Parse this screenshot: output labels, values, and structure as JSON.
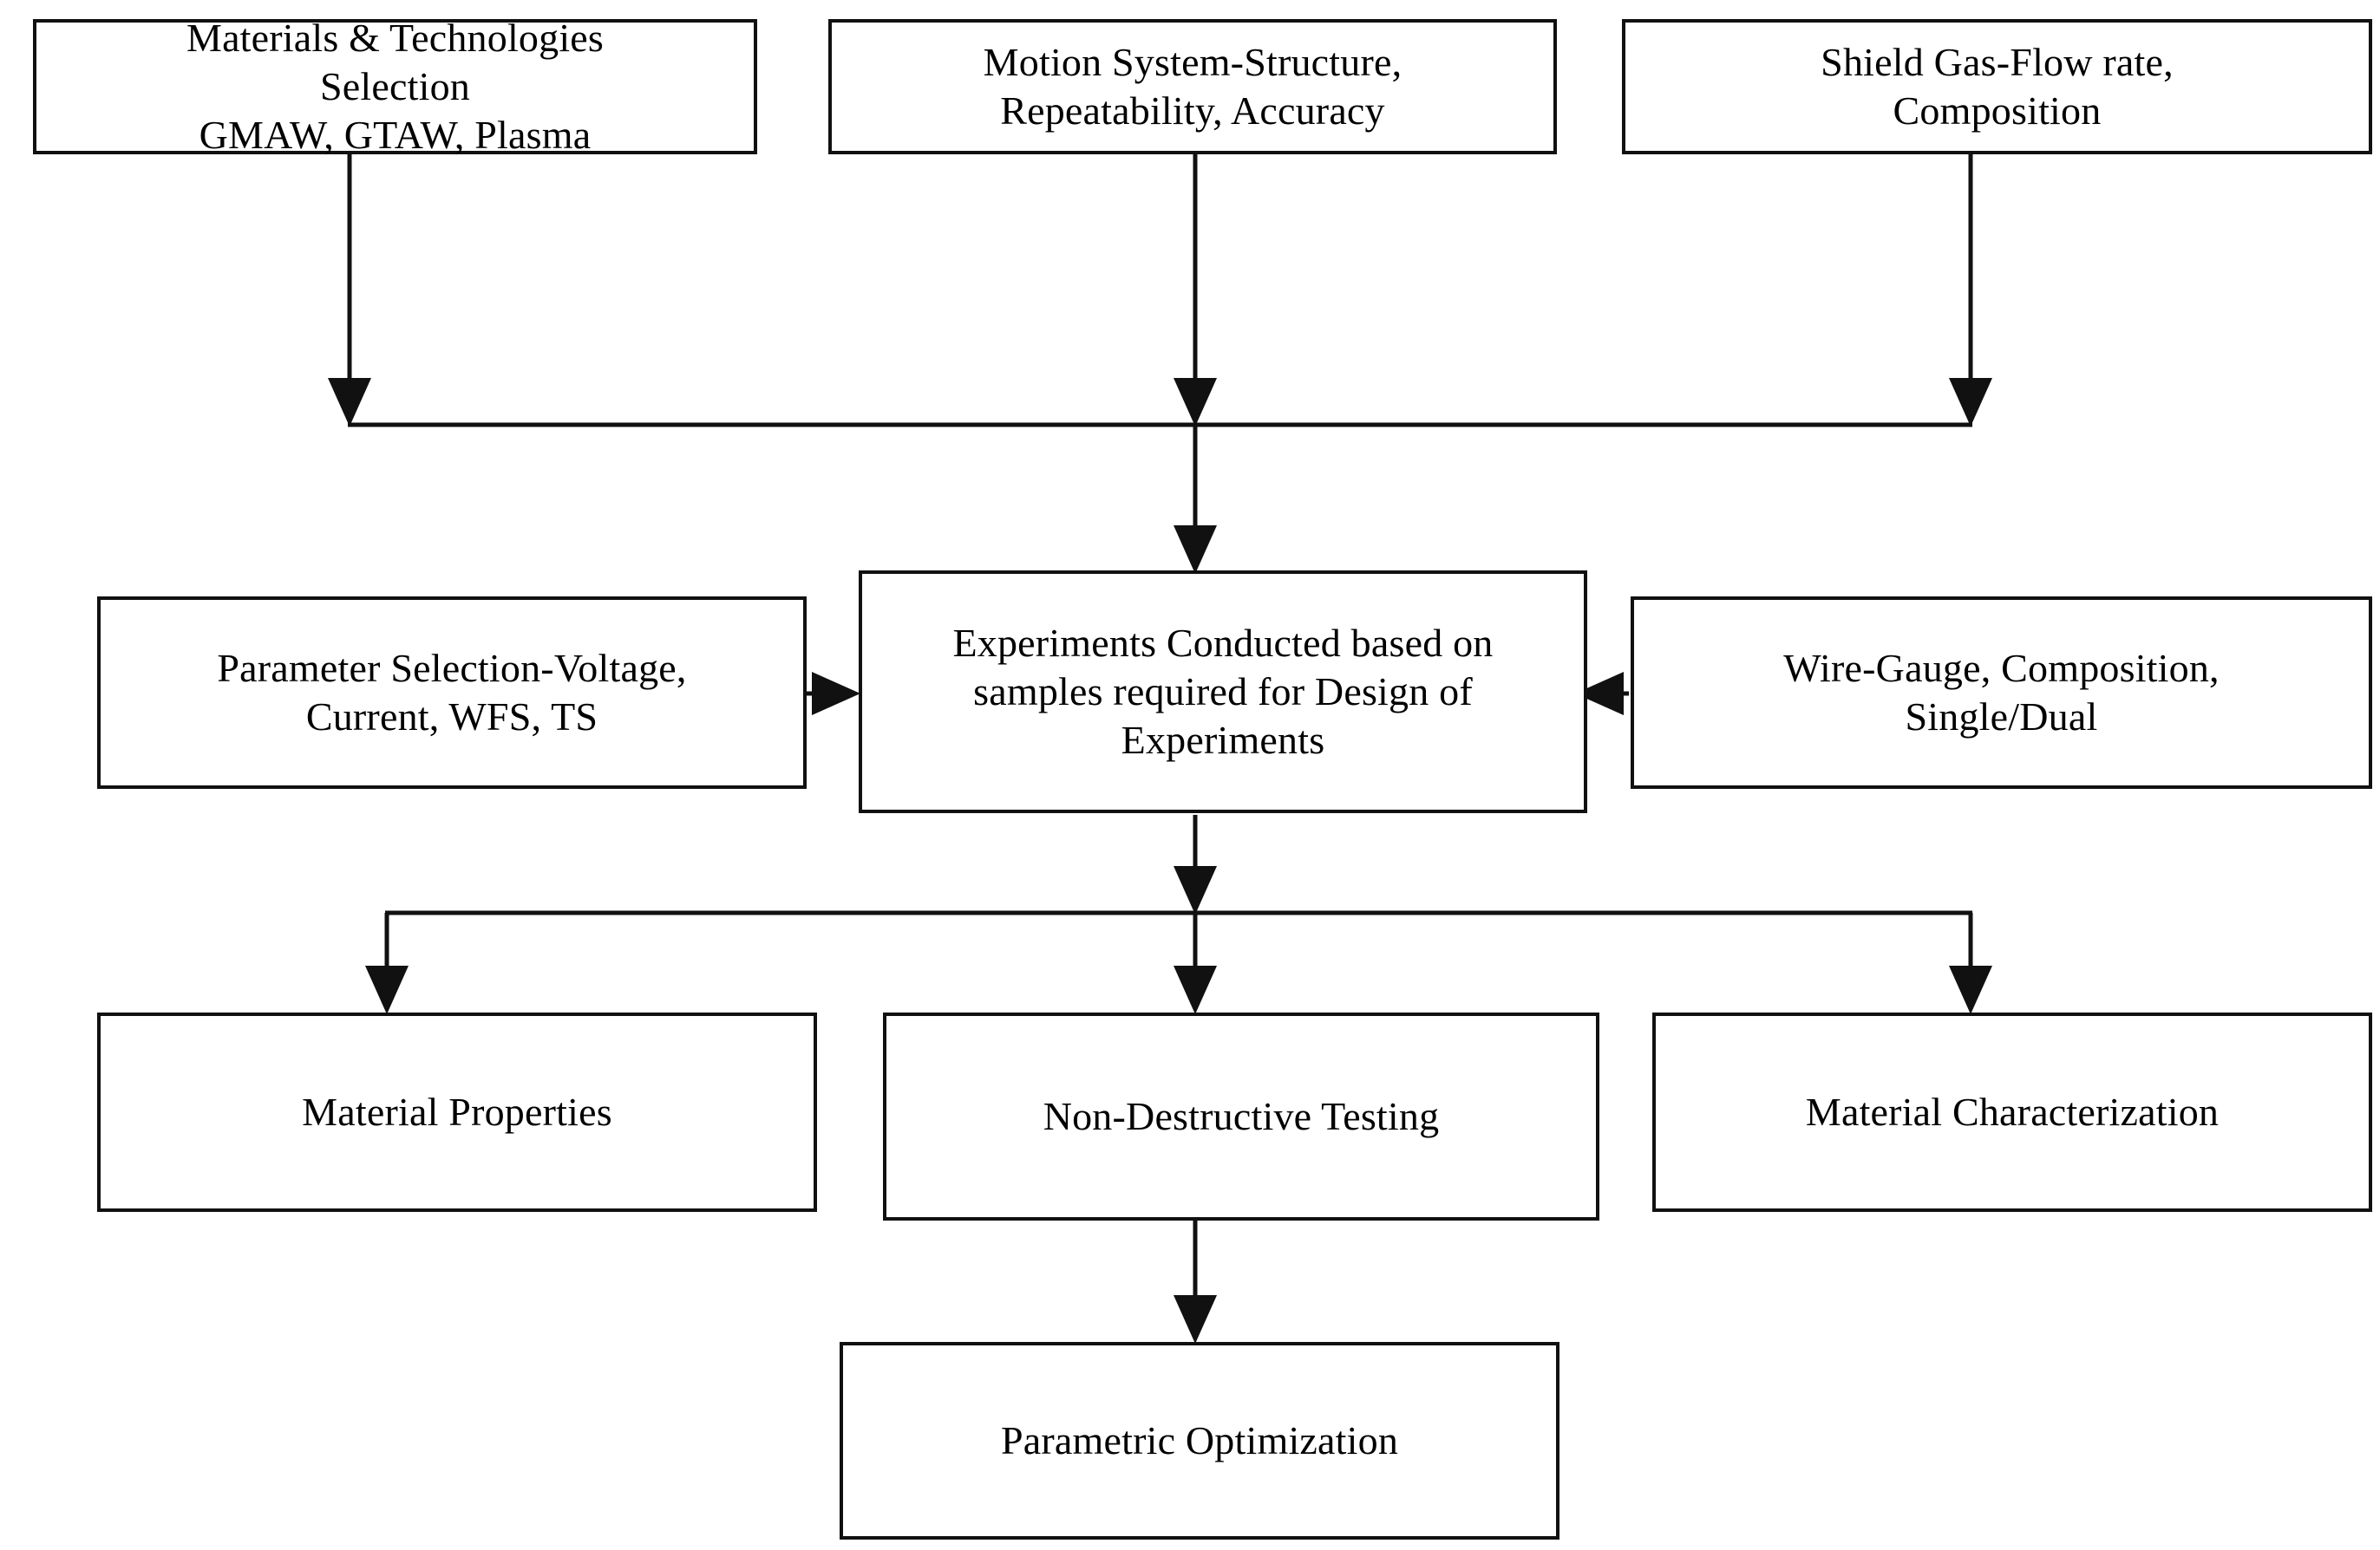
{
  "diagram": {
    "title": "Experimental workflow flowchart",
    "background_color": "#ffffff",
    "line_color": "#111111",
    "text_color": "#000000",
    "nodes": {
      "materials_selection": "Materials & Technologies\nSelection\nGMAW, GTAW, Plasma",
      "motion_system": "Motion System-Structure,\nRepeatability, Accuracy",
      "shield_gas": "Shield Gas-Flow rate,\nComposition",
      "parameter_selection": "Parameter Selection-Voltage,\nCurrent, WFS, TS",
      "experiments": "Experiments Conducted based on\nsamples required for Design of\nExperiments",
      "wire": "Wire-Gauge, Composition,\nSingle/Dual",
      "material_properties": "Material Properties",
      "ndt": "Non-Destructive Testing",
      "material_characterization": "Material Characterization",
      "parametric_optimization": "Parametric Optimization"
    }
  }
}
